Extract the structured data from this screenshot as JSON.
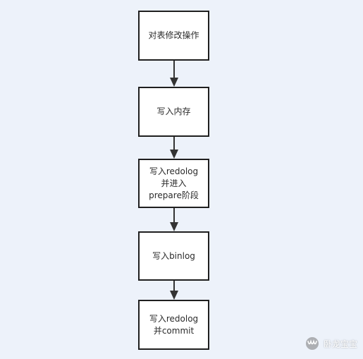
{
  "flowchart": {
    "nodes": [
      {
        "id": "n1",
        "label": "对表修改操作"
      },
      {
        "id": "n2",
        "label": "写入内存"
      },
      {
        "id": "n3",
        "label": "写入redolog\n并进入\nprepare阶段"
      },
      {
        "id": "n4",
        "label": "写入binlog"
      },
      {
        "id": "n5",
        "label": "写入redolog\n并commit"
      }
    ],
    "edges": [
      {
        "from": "n1",
        "to": "n2"
      },
      {
        "from": "n2",
        "to": "n3"
      },
      {
        "from": "n3",
        "to": "n4"
      },
      {
        "from": "n4",
        "to": "n5"
      }
    ]
  },
  "watermark": {
    "icon": "wechat-channel-icon",
    "text": "卧龙宝宝"
  },
  "colors": {
    "background": "#edf2fa",
    "node_fill": "#ffffff",
    "node_border": "#1f1f1f",
    "arrow": "#333333"
  }
}
